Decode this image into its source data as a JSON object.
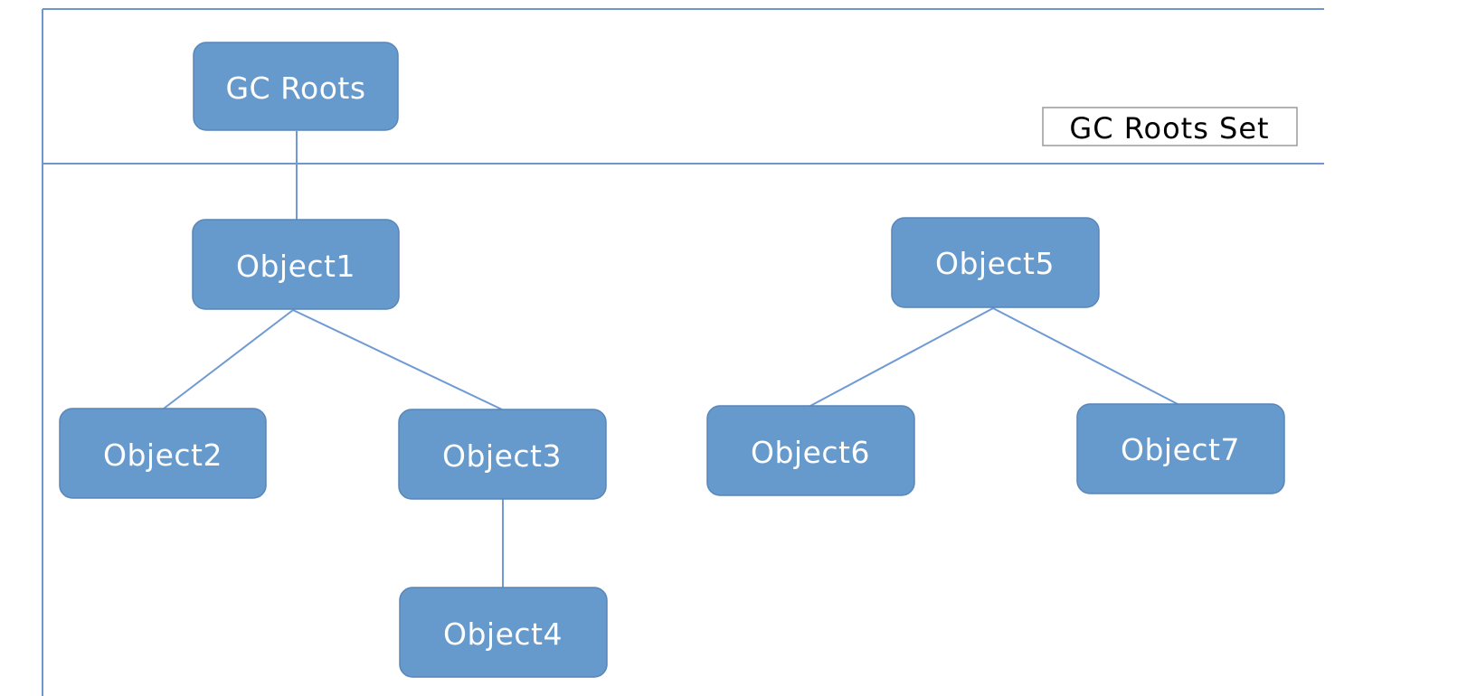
{
  "legend": {
    "label": "GC Roots Set"
  },
  "nodes": {
    "gc_roots": "GC Roots",
    "object1": "Object1",
    "object2": "Object2",
    "object3": "Object3",
    "object4": "Object4",
    "object5": "Object5",
    "object6": "Object6",
    "object7": "Object7"
  },
  "edges": [
    [
      "gc_roots",
      "object1"
    ],
    [
      "object1",
      "object2"
    ],
    [
      "object1",
      "object3"
    ],
    [
      "object3",
      "object4"
    ],
    [
      "object5",
      "object6"
    ],
    [
      "object5",
      "object7"
    ]
  ],
  "colors": {
    "node_fill": "#6699cc",
    "line": "#6f9ad4"
  }
}
